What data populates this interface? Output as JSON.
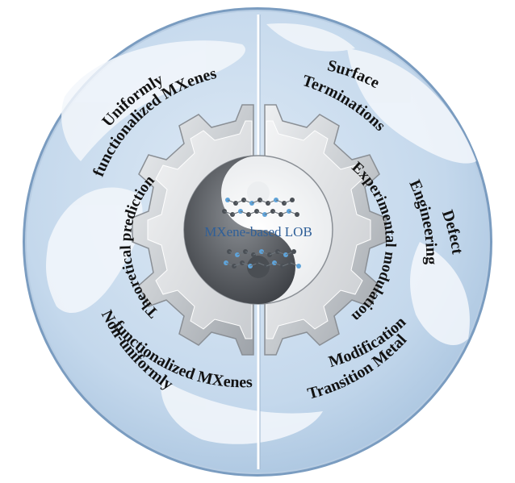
{
  "center": {
    "title": "MXene-based LOB"
  },
  "gear": {
    "left_label": "Theoretical prediction",
    "right_label": "Experimental modulation"
  },
  "outer": {
    "top_left": {
      "line1": "Uniformly",
      "line2": "functionalized MXenes"
    },
    "bottom_left": {
      "line1": "Non-uniformly",
      "line2": "functionalized MXenes"
    },
    "top_right": {
      "line1": "Surface",
      "line2": "Terminations"
    },
    "mid_right": {
      "line1": "Defect",
      "line2": "Engineering"
    },
    "bottom_right": {
      "line1": "Transition Metal",
      "line2": "Modification"
    }
  },
  "colors": {
    "globe_ocean": "#c9ddef",
    "globe_land": "#f1f6fb",
    "ring_edge": "#8fb0d0",
    "gear_silver": "#cfd2d6",
    "center_text": "#2f5f98"
  }
}
